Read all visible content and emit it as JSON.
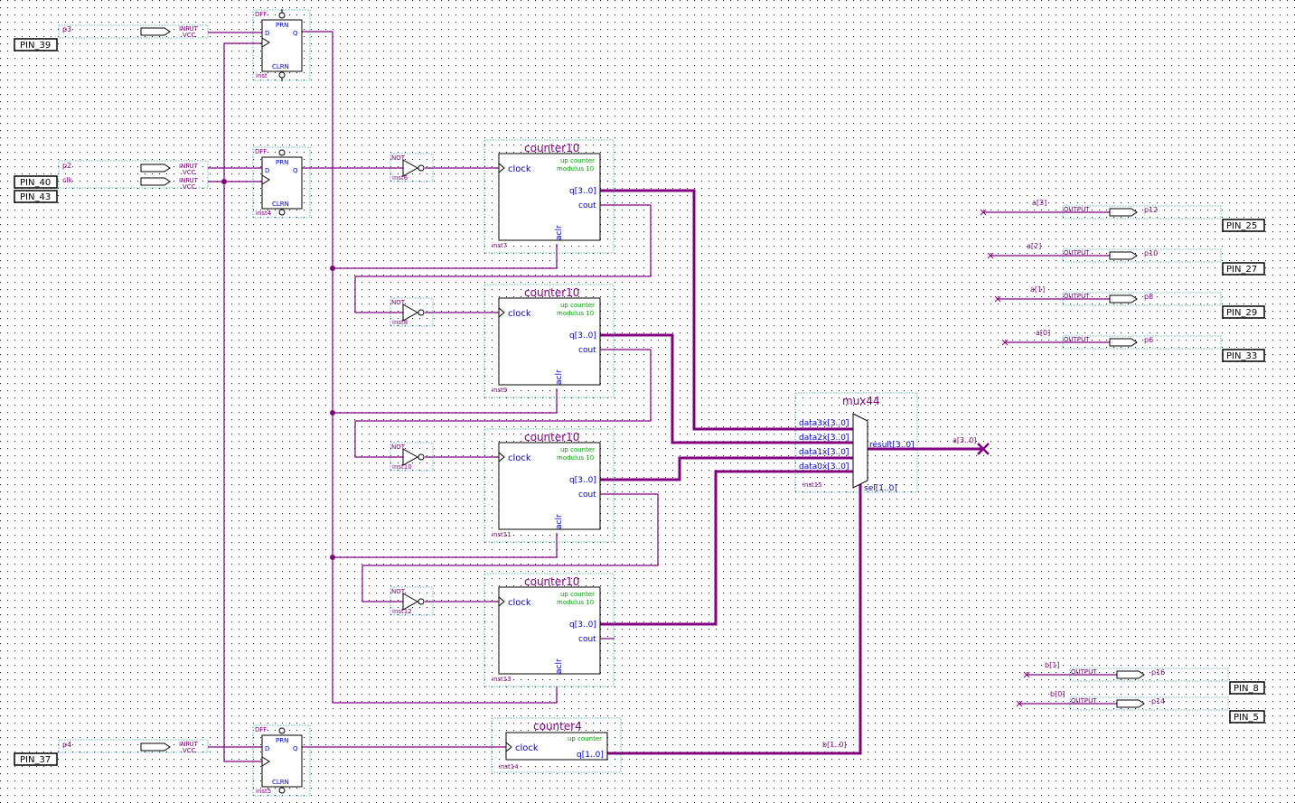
{
  "input_pins": [
    {
      "name": "PIN_39",
      "signal": "p3",
      "io": "INPUT",
      "vcc": "VCC"
    },
    {
      "name": "PIN_40",
      "signal": "p2",
      "io": "INPUT",
      "vcc": "VCC"
    },
    {
      "name": "PIN_43",
      "signal": "clk",
      "io": "INPUT",
      "vcc": "VCC"
    },
    {
      "name": "PIN_37",
      "signal": "p4",
      "io": "INPUT",
      "vcc": "VCC"
    }
  ],
  "dffs": [
    {
      "type": "DFF",
      "prn": "PRN",
      "clrn": "CLRN",
      "d": "D",
      "q": "Q",
      "inst": "inst"
    },
    {
      "type": "DFF",
      "prn": "PRN",
      "clrn": "CLRN",
      "d": "D",
      "q": "Q",
      "inst": "inst4"
    },
    {
      "type": "DFF",
      "prn": "PRN",
      "clrn": "CLRN",
      "d": "D",
      "q": "Q",
      "inst": "inst5"
    }
  ],
  "nots": [
    {
      "type": "NOT",
      "inst": "inst6"
    },
    {
      "type": "NOT",
      "inst": "inst8"
    },
    {
      "type": "NOT",
      "inst": "inst10"
    },
    {
      "type": "NOT",
      "inst": "inst12"
    }
  ],
  "counters": [
    {
      "title": "counter10",
      "desc1": "up counter",
      "desc2": "modulus 10",
      "clock": "clock",
      "q": "q[3..0]",
      "cout": "cout",
      "aclr": "aclr",
      "inst": "inst7"
    },
    {
      "title": "counter10",
      "desc1": "up counter",
      "desc2": "modulus 10",
      "clock": "clock",
      "q": "q[3..0]",
      "cout": "cout",
      "aclr": "aclr",
      "inst": "inst9"
    },
    {
      "title": "counter10",
      "desc1": "up counter",
      "desc2": "modulus 10",
      "clock": "clock",
      "q": "q[3..0]",
      "cout": "cout",
      "aclr": "aclr",
      "inst": "inst11"
    },
    {
      "title": "counter10",
      "desc1": "up counter",
      "desc2": "modulus 10",
      "clock": "clock",
      "q": "q[3..0]",
      "cout": "cout",
      "aclr": "aclr",
      "inst": "inst13"
    }
  ],
  "counter4": {
    "title": "counter4",
    "desc1": "up counter",
    "clock": "clock",
    "q": "q[1..0]",
    "inst": "inst14"
  },
  "mux": {
    "title": "mux44",
    "inputs": [
      "data3x[3..0]",
      "data2x[3..0]",
      "data1x[3..0]",
      "data0x[3..0]"
    ],
    "result": "result[3..0]",
    "sel": "sel[1..0]",
    "inst": "inst15"
  },
  "wire_labels": {
    "mux_out": "a[3..0]",
    "counter4_out": "b[1..0]"
  },
  "output_pins": [
    {
      "bit": "a[3]",
      "io": "OUTPUT",
      "signal": "p12",
      "pin": "PIN_25"
    },
    {
      "bit": "a[2]",
      "io": "OUTPUT",
      "signal": "p10",
      "pin": "PIN_27"
    },
    {
      "bit": "a[1]",
      "io": "OUTPUT",
      "signal": "p8",
      "pin": "PIN_29"
    },
    {
      "bit": "a[0]",
      "io": "OUTPUT",
      "signal": "p6",
      "pin": "PIN_33"
    },
    {
      "bit": "b[1]",
      "io": "OUTPUT",
      "signal": "p16",
      "pin": "PIN_8"
    },
    {
      "bit": "b[0]",
      "io": "OUTPUT",
      "signal": "p14",
      "pin": "PIN_5"
    }
  ],
  "colors": {
    "wire": "#800080",
    "label_blue": "#0000c8",
    "label_green": "#00a000",
    "pin_fill": "#ffffff",
    "grid_dot": "#000000"
  }
}
